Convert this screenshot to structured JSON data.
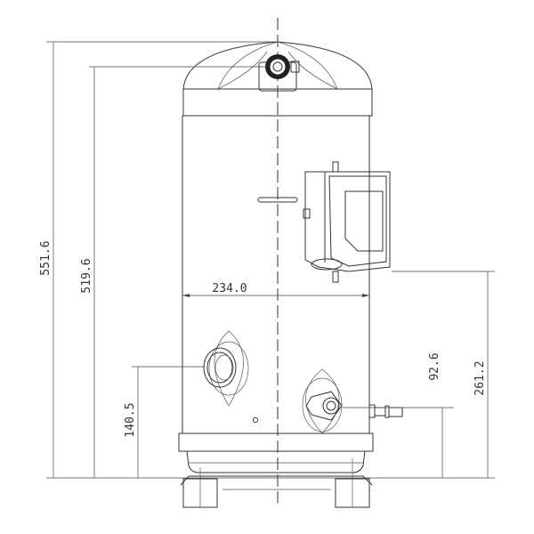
{
  "dimensions": {
    "overall_height": "551.6",
    "top_fitting_height": "519.6",
    "body_diameter": "234.0",
    "suction_height": "140.5",
    "discharge_height": "92.6",
    "terminal_box_height": "261.2"
  },
  "colors": {
    "line": "#333333",
    "background": "#ffffff"
  }
}
